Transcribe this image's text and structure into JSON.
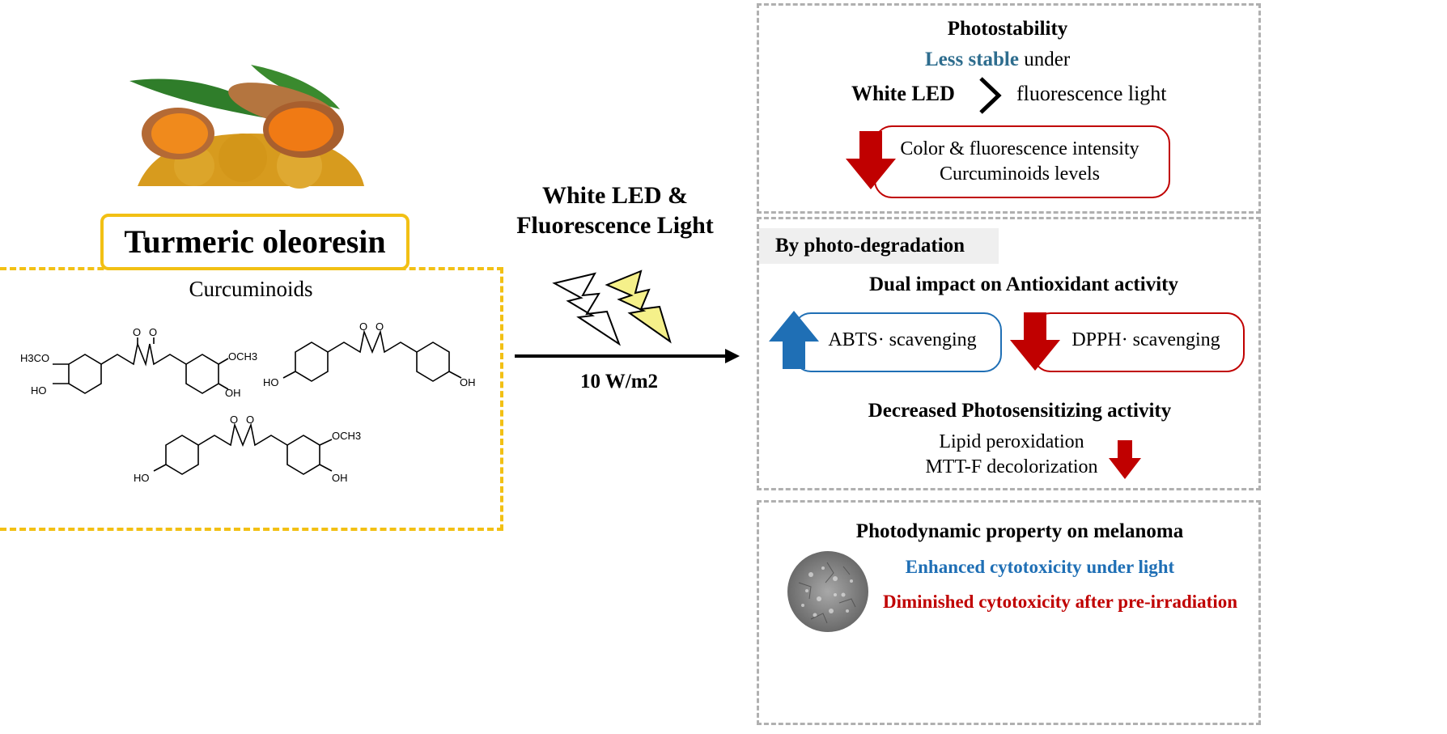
{
  "left": {
    "title": "Turmeric oleoresin",
    "subtitle": "Curcuminoids",
    "substituents": {
      "ome1_label": "H3CO",
      "och3_label": "OCH3",
      "oh_label": "OH",
      "ho_label": "HO",
      "o_label": "O"
    }
  },
  "center": {
    "condition_line1": "White LED &",
    "condition_line2": "Fluorescence Light",
    "intensity": "10 W/m2"
  },
  "photostability": {
    "title": "Photostability",
    "less_stable": "Less stable",
    "under": "under",
    "white_led": "White LED",
    "fluorescence_light": "fluorescence light",
    "effect_line1": "Color & fluorescence intensity",
    "effect_line2": "Curcuminoids levels"
  },
  "degradation": {
    "tag": "By photo-degradation",
    "antioxidant_title": "Dual impact on Antioxidant activity",
    "abts": "ABTS· scavenging",
    "dpph": "DPPH· scavenging",
    "photosensitizing_title": "Decreased Photosensitizing activity",
    "lipid": "Lipid peroxidation",
    "mtt": "MTT-F decolorization"
  },
  "melanoma": {
    "title": "Photodynamic property on melanoma",
    "enhanced": "Enhanced cytotoxicity under light",
    "diminished": "Diminished cytotoxicity after pre-irradiation"
  },
  "colors": {
    "yellow": "#f2c014",
    "blue": "#1f6fb5",
    "red": "#c00000",
    "teal": "#2e6d8e",
    "dashed_gray": "#b0b0b0"
  }
}
